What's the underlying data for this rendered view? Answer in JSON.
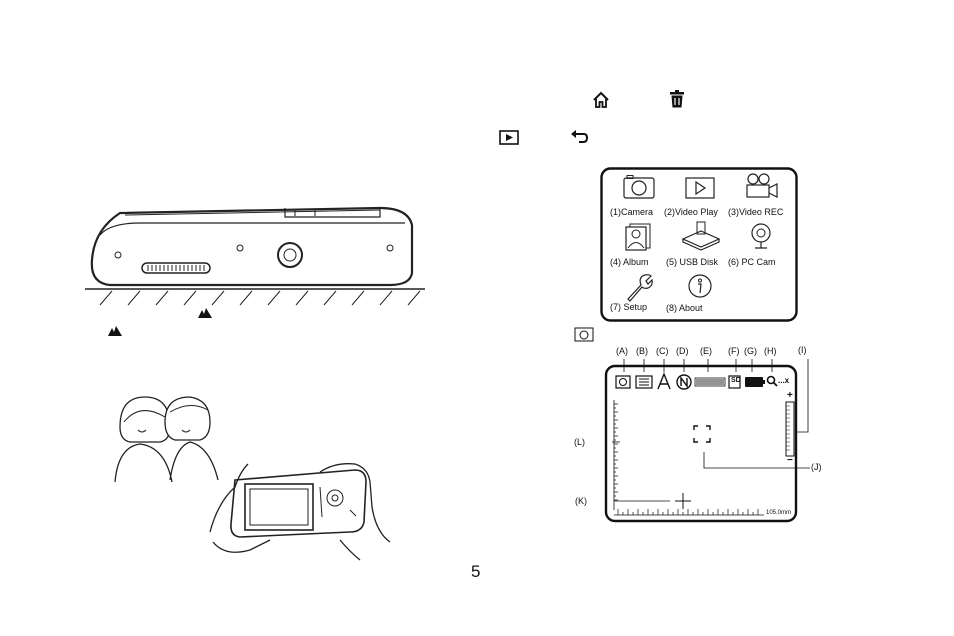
{
  "page_number": "5",
  "menu": {
    "items": [
      {
        "label": "(1)Camera",
        "icon": "camera-icon"
      },
      {
        "label": "(2)Video Play",
        "icon": "video-play-icon"
      },
      {
        "label": "(3)Video REC",
        "icon": "video-camera-icon"
      },
      {
        "label": "(4) Album",
        "icon": "album-icon"
      },
      {
        "label": "(5) USB Disk",
        "icon": "usb-disk-icon"
      },
      {
        "label": "(6) PC Cam",
        "icon": "webcam-icon"
      },
      {
        "label": "(7) Setup",
        "icon": "wrench-icon"
      },
      {
        "label": "(8) About",
        "icon": "info-icon"
      }
    ]
  },
  "screen": {
    "callouts": [
      "(A)",
      "(B)",
      "(C)",
      "(D)",
      "(E)",
      "(F)",
      "(G)",
      "(H)",
      "(I)",
      "(J)",
      "(K)",
      "(L)"
    ],
    "sd_label": "SD",
    "zoom_suffix": "...x",
    "plus_sign": "+",
    "minus_sign": "−",
    "ruler_value": "105.0mm"
  }
}
